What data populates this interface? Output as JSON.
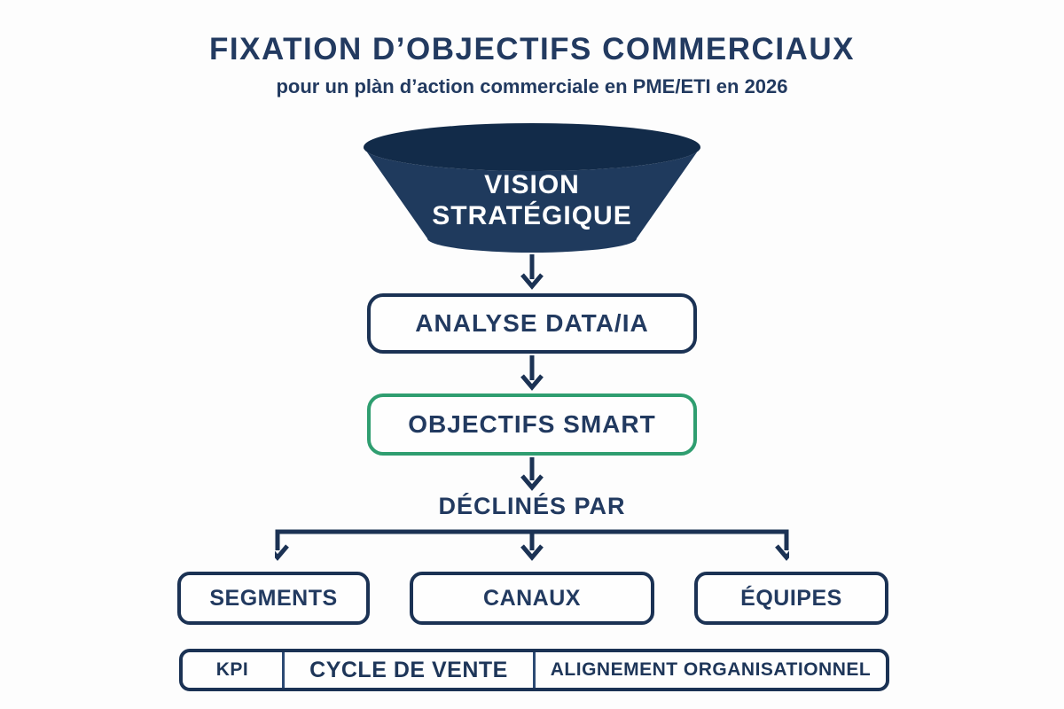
{
  "header": {
    "title": "FIXATION D’OBJECTIFS COMMERCIAUX",
    "subtitle": "pour un plàn d’action commerciale en PME/ETI en 2026"
  },
  "funnel": {
    "label": "VISION STRATÉGIQUE"
  },
  "flow": {
    "analyse_label": "ANALYSE DATA/IA",
    "objectifs_label": "OBJECTIFS SMART",
    "declines_label": "DÉCLINÉS PAR"
  },
  "branches": [
    {
      "label": "SEGMENTS"
    },
    {
      "label": "CANAUX"
    },
    {
      "label": "ÉQUIPES"
    }
  ],
  "footer_cells": [
    {
      "label": "KPI"
    },
    {
      "label": "CYCLE DE VENTE"
    },
    {
      "label": "ALIGNEMENT ORGANISATIONNEL"
    }
  ],
  "icons": {
    "arrow_down": "chevron-down arrow, navy stroke",
    "branch_connector": "three-way split connector with down arrows"
  },
  "colors": {
    "background": "#fdfdfd",
    "navy_border": "#1b3254",
    "navy_text": "#223a60",
    "funnel_body": "#1f3a5d",
    "funnel_rim": "#122b49",
    "green_accent": "#2f9e70",
    "white_text": "#ffffff"
  }
}
